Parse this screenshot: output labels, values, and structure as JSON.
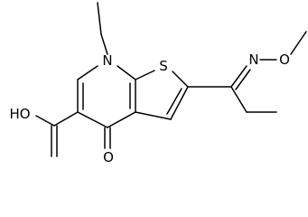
{
  "diagram": {
    "type": "skeletal-formula",
    "labels": {
      "ring_nitrogen": "N",
      "ring_sulfur": "S",
      "oxime_nitrogen": "N",
      "methoxy_oxygen": "O",
      "ketone_oxygen": "O",
      "carboxyl_hydroxyl": "HO"
    },
    "colors": {
      "ink": "#000000",
      "background": "#ffffff"
    }
  }
}
